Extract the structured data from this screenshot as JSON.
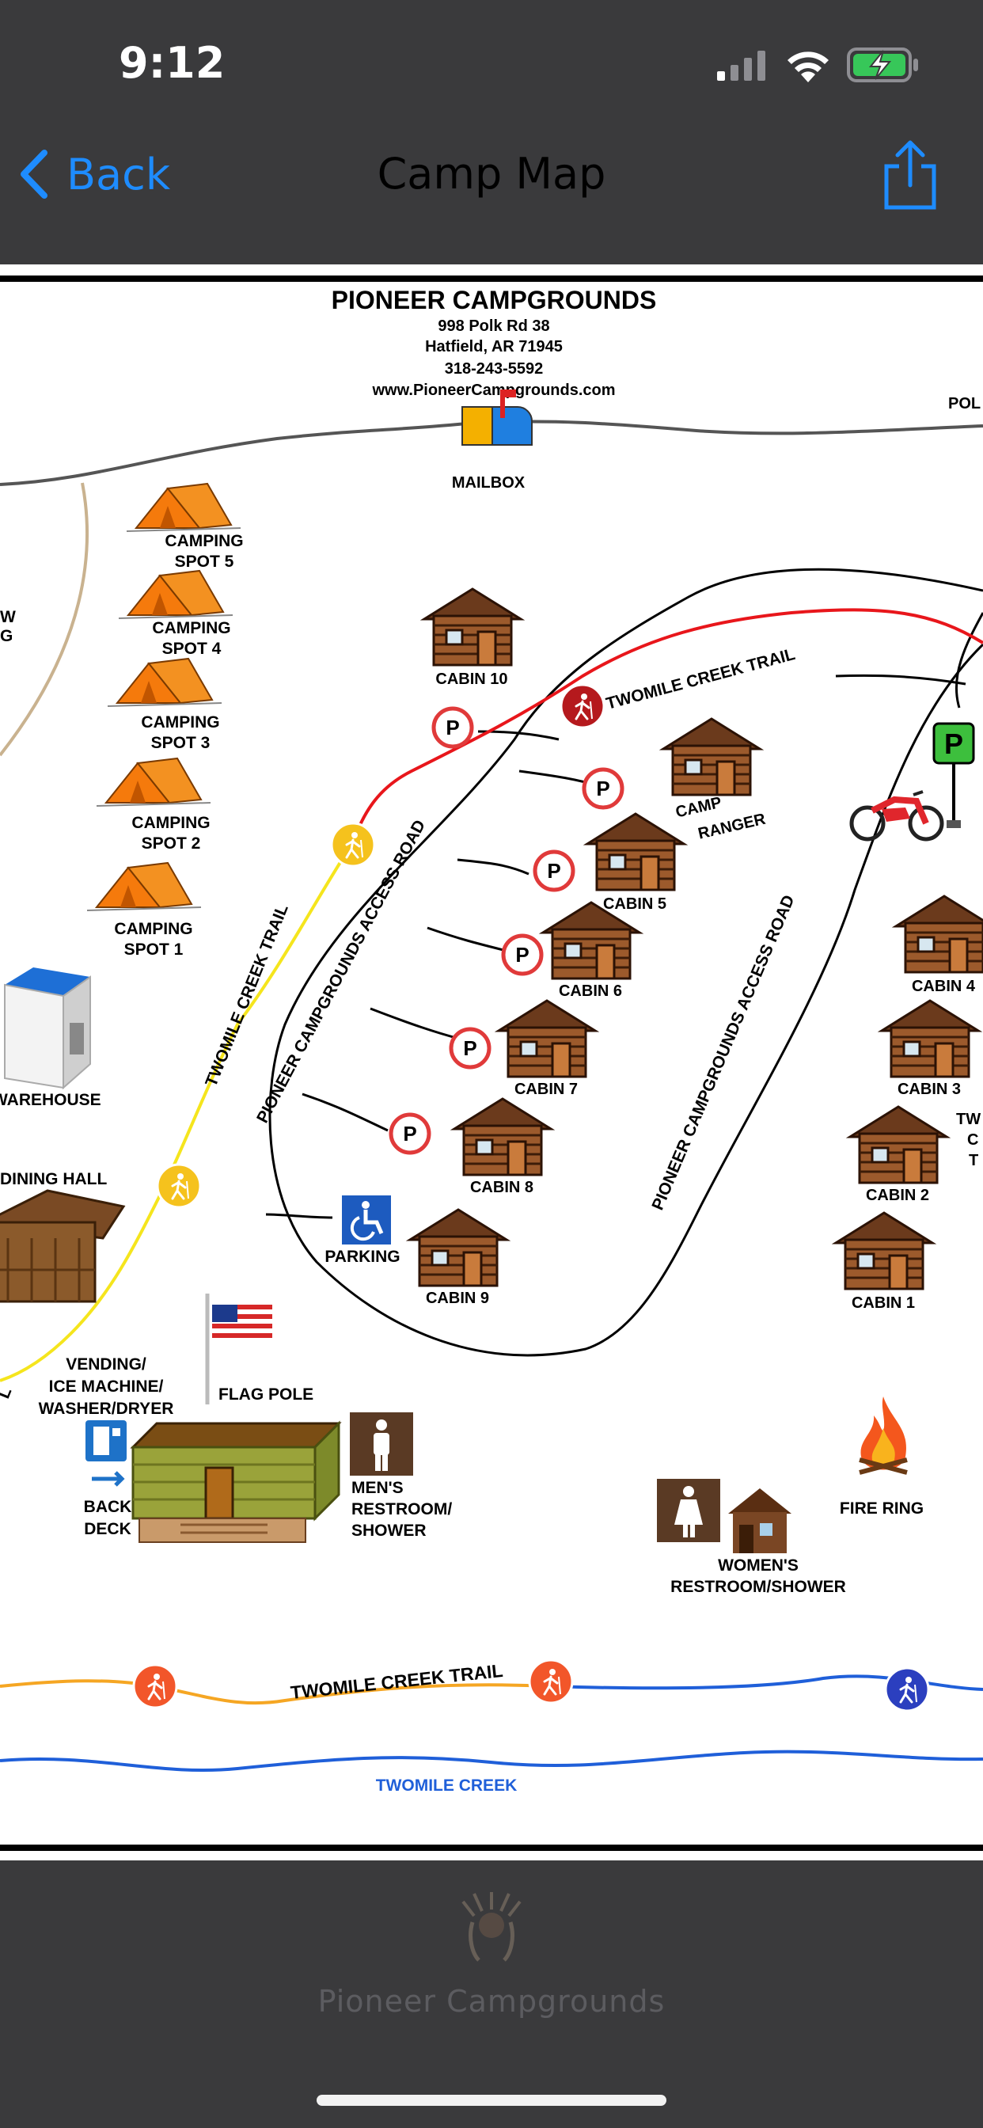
{
  "status_bar": {
    "time": "9:12",
    "icons": [
      "signal-icon",
      "wifi-icon",
      "battery-charging-icon"
    ]
  },
  "nav": {
    "back_label": "Back",
    "title": "Camp Map",
    "share_icon": "share-icon"
  },
  "map": {
    "header": {
      "name": "PIONEER CAMPGROUNDS",
      "address1": "998 Polk Rd 38",
      "address2": "Hatfield, AR 71945",
      "phone": "318-243-5592",
      "website": "www.PioneerCampgrounds.com"
    },
    "road_partial": "POL",
    "mailbox": "MAILBOX",
    "camping_spots": [
      {
        "line1": "CAMPING",
        "line2": "SPOT 5"
      },
      {
        "line1": "CAMPING",
        "line2": "SPOT 4"
      },
      {
        "line1": "CAMPING",
        "line2": "SPOT 3"
      },
      {
        "line1": "CAMPING",
        "line2": "SPOT 2"
      },
      {
        "line1": "CAMPING",
        "line2": "SPOT 1"
      }
    ],
    "left_partial": [
      "W",
      "G"
    ],
    "cabins": {
      "c10": "CABIN 10",
      "c5": "CABIN 5",
      "c6": "CABIN 6",
      "c7": "CABIN 7",
      "c8": "CABIN 8",
      "c9": "CABIN 9",
      "c4": "CABIN 4",
      "c3": "CABIN 3",
      "c2": "CABIN 2",
      "c1": "CABIN 1"
    },
    "camp_ranger": {
      "line1": "CAMP",
      "line2": "RANGER"
    },
    "trails": {
      "upper": "TWOMILE CREEK TRAIL",
      "left": "TWOMILE CREEK TRAIL",
      "bottom": "TWOMILE CREEK TRAIL"
    },
    "access_road": {
      "left": "PIONEER CAMPGROUNDS ACCESS ROAD",
      "right": "PIONEER CAMPGROUNDS ACCESS ROAD"
    },
    "right_partial": [
      "TW",
      "C",
      "T"
    ],
    "parking_symbol": "P",
    "parking_label": "PARKING",
    "warehouse": "WAREHOUSE",
    "dining_hall": "DINING HALL",
    "flag_pole": "FLAG POLE",
    "vending": {
      "line1": "VENDING/",
      "line2": "ICE MACHINE/",
      "line3": "WASHER/DRYER"
    },
    "back_deck": {
      "line1": "BACK",
      "line2": "DECK"
    },
    "left_edge_partial": "L",
    "mens": {
      "line1": "MEN'S",
      "line2": "RESTROOM/",
      "line3": "SHOWER"
    },
    "womens": {
      "line1": "WOMEN'S",
      "line2": "RESTROOM/SHOWER"
    },
    "fire_ring": "FIRE RING",
    "creek": "TWOMILE CREEK"
  },
  "footer": {
    "label": "Pioneer Campgrounds",
    "logo_icon": "headdress-logo-icon"
  },
  "colors": {
    "accent": "#1e8cff",
    "bar": "#3a3a3c",
    "trail_red": "#e8161b",
    "trail_yellow": "#f5e51d",
    "trail_orange": "#f5a623",
    "creek_blue": "#1f5fd9"
  }
}
